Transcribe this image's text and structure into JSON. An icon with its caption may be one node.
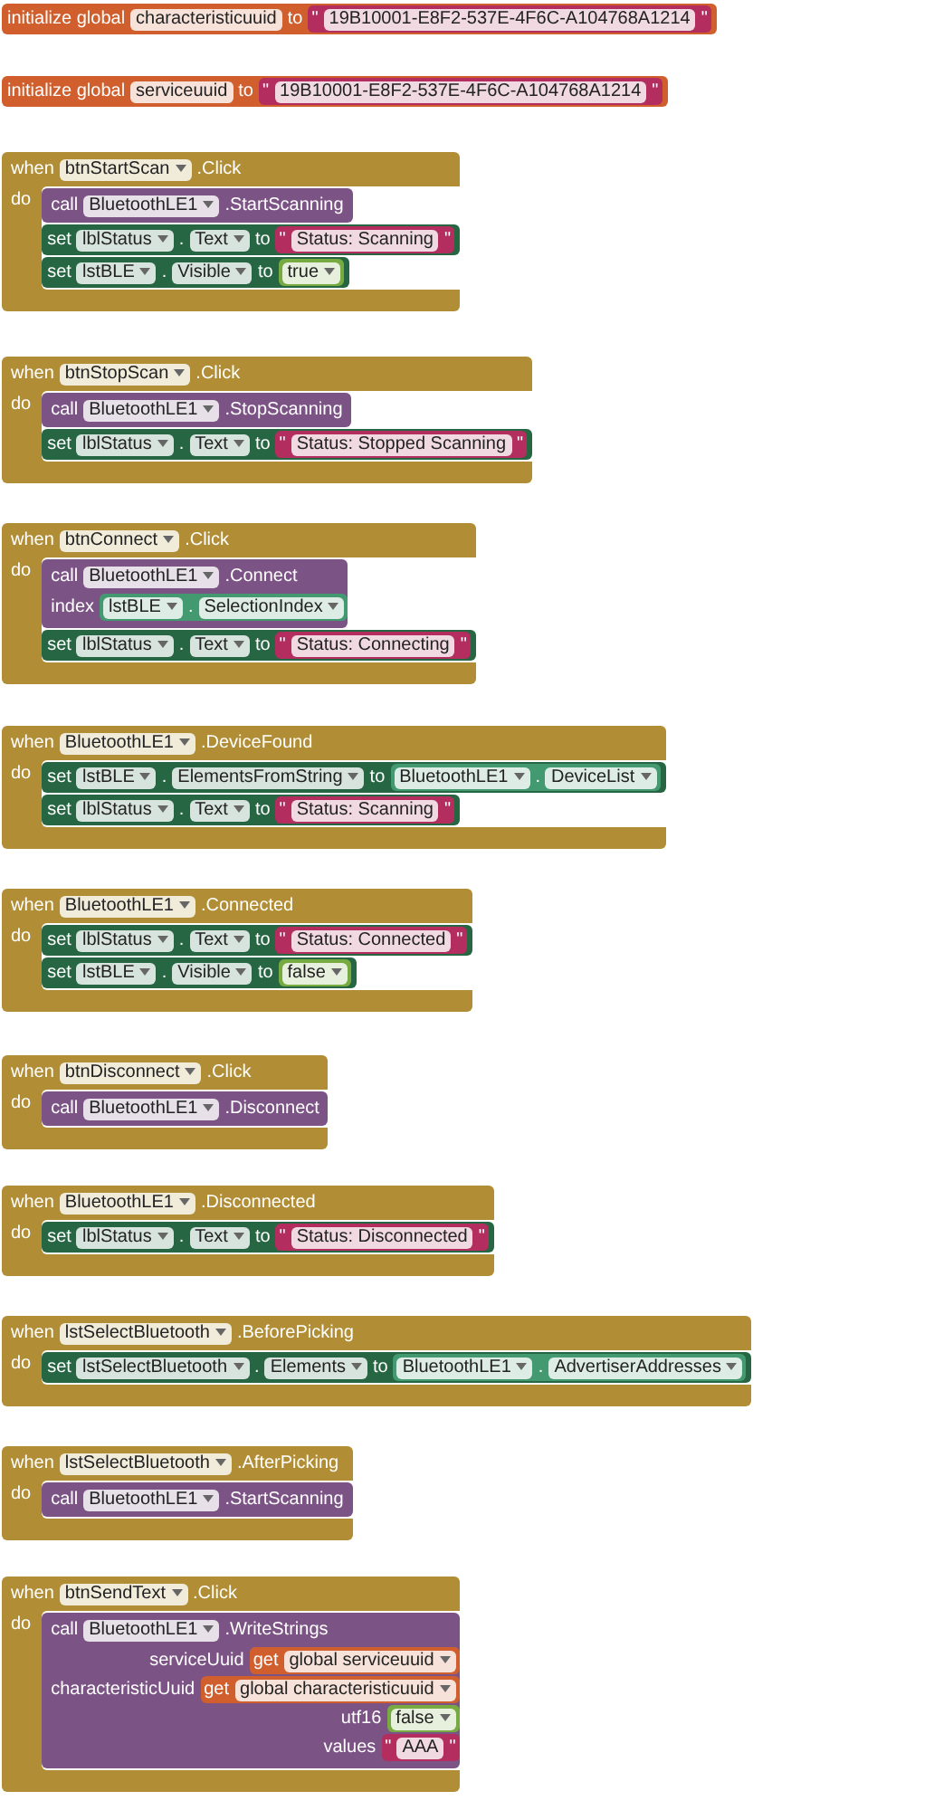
{
  "diagram": {
    "nodes": [
      {
        "text": [
          "initialize global",
          "characteristicuuid",
          "to"
        ]
      },
      {
        "text": [
          "\"",
          "19B10001-E8F2-537E-4F6C-A104768A1214",
          "\""
        ],
        "in": 0
      },
      {
        "text": [
          "initialize global",
          "serviceuuid",
          "to"
        ]
      },
      {
        "text": [
          "\"",
          "19B10001-E8F2-537E-4F6C-A104768A1214",
          "\""
        ],
        "in": 2
      },
      {
        "text": [
          "when",
          "btnStartScan",
          ".Click",
          "do"
        ]
      },
      {
        "text": [
          "call",
          "BluetoothLE1",
          ".StartScanning"
        ],
        "in": 4
      },
      {
        "text": [
          "set",
          "lblStatus",
          ".",
          "Text",
          "to"
        ],
        "in": 4
      },
      {
        "text": [
          "\"",
          "Status: Scanning",
          "\""
        ],
        "in": 6
      },
      {
        "text": [
          "set",
          "lstBLE",
          ".",
          "Visible",
          "to"
        ],
        "in": 4
      },
      {
        "text": [
          "true"
        ],
        "in": 8
      },
      {
        "text": [
          "when",
          "btnStopScan",
          ".Click",
          "do"
        ]
      },
      {
        "text": [
          "call",
          "BluetoothLE1",
          ".StopScanning"
        ],
        "in": 10
      },
      {
        "text": [
          "set",
          "lblStatus",
          ".",
          "Text",
          "to"
        ],
        "in": 10
      },
      {
        "text": [
          "\"",
          "Status: Stopped Scanning",
          "\""
        ],
        "in": 12
      },
      {
        "text": [
          "when",
          "btnConnect",
          ".Click",
          "do"
        ]
      },
      {
        "text": [
          "call",
          "BluetoothLE1",
          ".Connect",
          "index"
        ],
        "in": 14
      },
      {
        "text": [
          "lstBLE",
          ".",
          "SelectionIndex"
        ],
        "in": 15
      },
      {
        "text": [
          "set",
          "lblStatus",
          ".",
          "Text",
          "to"
        ],
        "in": 14
      },
      {
        "text": [
          "\"",
          "Status: Connecting",
          "\""
        ],
        "in": 17
      },
      {
        "text": [
          "when",
          "BluetoothLE1",
          ".DeviceFound",
          "do"
        ]
      },
      {
        "text": [
          "set",
          "lstBLE",
          ".",
          "ElementsFromString",
          "to"
        ],
        "in": 19
      },
      {
        "text": [
          "BluetoothLE1",
          ".",
          "DeviceList"
        ],
        "in": 20
      },
      {
        "text": [
          "set",
          "lblStatus",
          ".",
          "Text",
          "to"
        ],
        "in": 19
      },
      {
        "text": [
          "\"",
          "Status: Scanning",
          "\""
        ],
        "in": 22
      },
      {
        "text": [
          "when",
          "BluetoothLE1",
          ".Connected",
          "do"
        ]
      },
      {
        "text": [
          "set",
          "lblStatus",
          ".",
          "Text",
          "to"
        ],
        "in": 24
      },
      {
        "text": [
          "\"",
          "Status: Connected",
          "\""
        ],
        "in": 25
      },
      {
        "text": [
          "set",
          "lstBLE",
          ".",
          "Visible",
          "to"
        ],
        "in": 24
      },
      {
        "text": [
          "false"
        ],
        "in": 27
      },
      {
        "text": [
          "when",
          "btnDisconnect",
          ".Click",
          "do"
        ]
      },
      {
        "text": [
          "call",
          "BluetoothLE1",
          ".Disconnect"
        ],
        "in": 29
      },
      {
        "text": [
          "when",
          "BluetoothLE1",
          ".Disconnected",
          "do"
        ]
      },
      {
        "text": [
          "set",
          "lblStatus",
          ".",
          "Text",
          "to"
        ],
        "in": 31
      },
      {
        "text": [
          "\"",
          "Status: Disconnected",
          "\""
        ],
        "in": 32
      },
      {
        "text": [
          "when",
          "lstSelectBluetooth",
          ".BeforePicking",
          "do"
        ]
      },
      {
        "text": [
          "set",
          "lstSelectBluetooth",
          ".",
          "Elements",
          "to"
        ],
        "in": 34
      },
      {
        "text": [
          "BluetoothLE1",
          ".",
          "AdvertiserAddresses"
        ],
        "in": 35
      },
      {
        "text": [
          "when",
          "lstSelectBluetooth",
          ".AfterPicking",
          "do"
        ]
      },
      {
        "text": [
          "call",
          "BluetoothLE1",
          ".StartScanning"
        ],
        "in": 37
      },
      {
        "text": [
          "when",
          "btnSendText",
          ".Click",
          "do"
        ]
      },
      {
        "text": [
          "call",
          "BluetoothLE1",
          ".WriteStrings",
          "serviceUuid",
          "characteristicUuid",
          "utf16",
          "values"
        ],
        "in": 39
      },
      {
        "text": [
          "get",
          "global serviceuuid"
        ],
        "in": 40
      },
      {
        "text": [
          "get",
          "global characteristicuuid"
        ],
        "in": 40
      },
      {
        "text": [
          "false"
        ],
        "in": 40
      },
      {
        "text": [
          "\"",
          "AAA",
          "\""
        ],
        "in": 40
      }
    ]
  }
}
